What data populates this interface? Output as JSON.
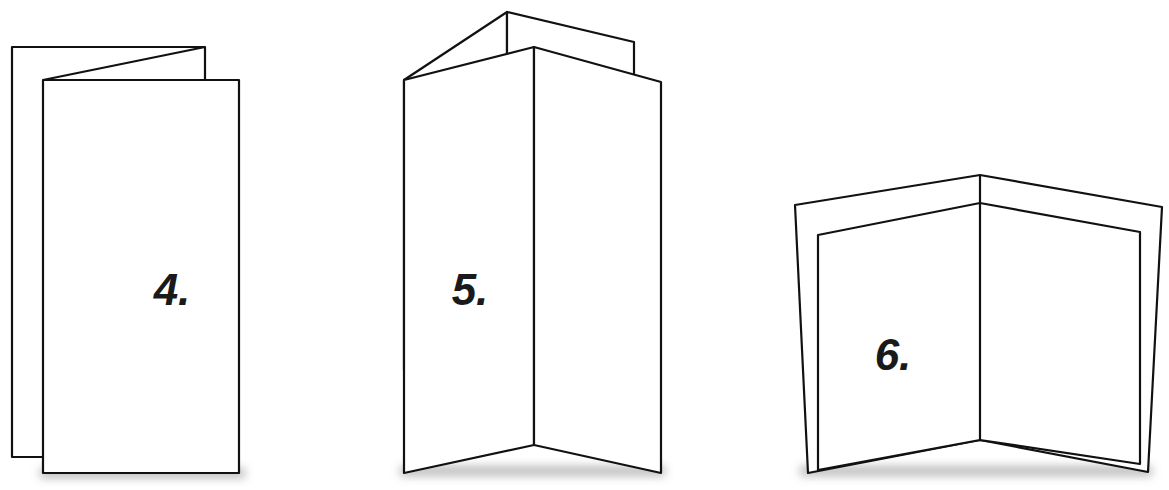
{
  "diagram": {
    "labels": [
      "4.",
      "5.",
      "6."
    ]
  }
}
